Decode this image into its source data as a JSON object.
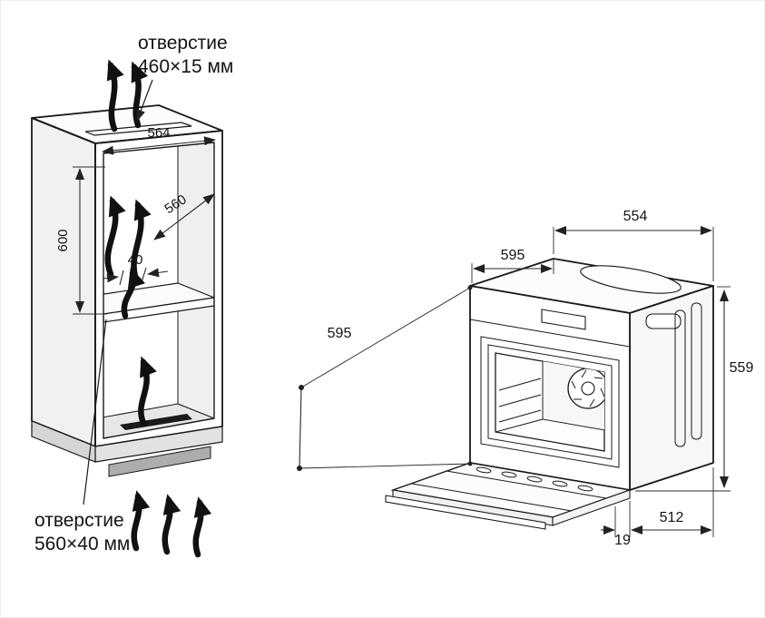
{
  "diagram": {
    "background": "#ffffff",
    "line_color": "#1a1a1a",
    "cabinet": {
      "top_vent_label_line1": "отверстие",
      "top_vent_label_line2": "460×15 мм",
      "bottom_vent_label_line1": "отверстие",
      "bottom_vent_label_line2": "560×40 мм",
      "dim_width": "564",
      "dim_depth": "560",
      "dim_height": "600",
      "dim_gap": "40"
    },
    "oven": {
      "dim_top_width": "554",
      "dim_top_depth": "595",
      "dim_front_height": "595",
      "dim_side_height": "559",
      "dim_bottom_depth": "512",
      "dim_door": "19"
    }
  }
}
